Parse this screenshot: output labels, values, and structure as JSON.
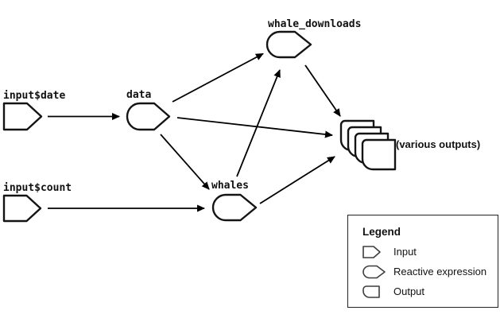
{
  "diagram": {
    "nodes": {
      "input_date": {
        "label": "input$date",
        "type": "input"
      },
      "input_count": {
        "label": "input$count",
        "type": "input"
      },
      "data": {
        "label": "data",
        "type": "reactive expression"
      },
      "whales": {
        "label": "whales",
        "type": "reactive expression"
      },
      "whale_downloads": {
        "label": "whale_downloads",
        "type": "reactive expression"
      },
      "outputs": {
        "label": "(various outputs)",
        "type": "output"
      }
    },
    "edges": [
      {
        "from": "input$date",
        "to": "data"
      },
      {
        "from": "input$count",
        "to": "whales"
      },
      {
        "from": "data",
        "to": "whale_downloads"
      },
      {
        "from": "data",
        "to": "whales"
      },
      {
        "from": "data",
        "to": "(various outputs)"
      },
      {
        "from": "whales",
        "to": "whale_downloads"
      },
      {
        "from": "whale_downloads",
        "to": "(various outputs)"
      },
      {
        "from": "whales",
        "to": "(various outputs)"
      }
    ]
  },
  "legend": {
    "title": "Legend",
    "items": [
      {
        "label": "Input"
      },
      {
        "label": "Reactive expression"
      },
      {
        "label": "Output"
      }
    ]
  },
  "colors": {
    "background": "#ffffff",
    "node_stroke": "#141414",
    "arrow": "#000000",
    "legend_border": "#222222",
    "legend_icon_stroke": "#3d3d3d",
    "text": "#111111"
  }
}
